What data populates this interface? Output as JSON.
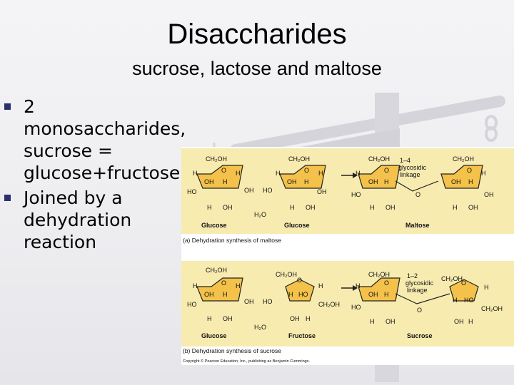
{
  "slide": {
    "title": "Disaccharides",
    "subtitle": "sucrose, lactose and maltose",
    "bullets": [
      "2 monosaccharides, sucrose = glucose+fructose",
      "Joined by a dehydration reaction"
    ]
  },
  "figure": {
    "panel_a": {
      "caption": "(a) Dehydration synthesis of maltose",
      "names": [
        "Glucose",
        "Glucose",
        "Maltose"
      ],
      "linkage": [
        "1–4",
        "glycosidic",
        "linkage"
      ]
    },
    "panel_b": {
      "caption": "(b) Dehydration synthesis of sucrose",
      "names": [
        "Glucose",
        "Fructose",
        "Sucrose"
      ],
      "linkage": [
        "1–2",
        "glycosidic",
        "linkage"
      ]
    },
    "water": "H2O",
    "copyright": "Copyright © Pearson Education, Inc., publishing as Benjamin Cummings.",
    "colors": {
      "panel": "#f7ebb0",
      "ring": "#f4c24a",
      "accent": "#2b2f6e"
    }
  }
}
